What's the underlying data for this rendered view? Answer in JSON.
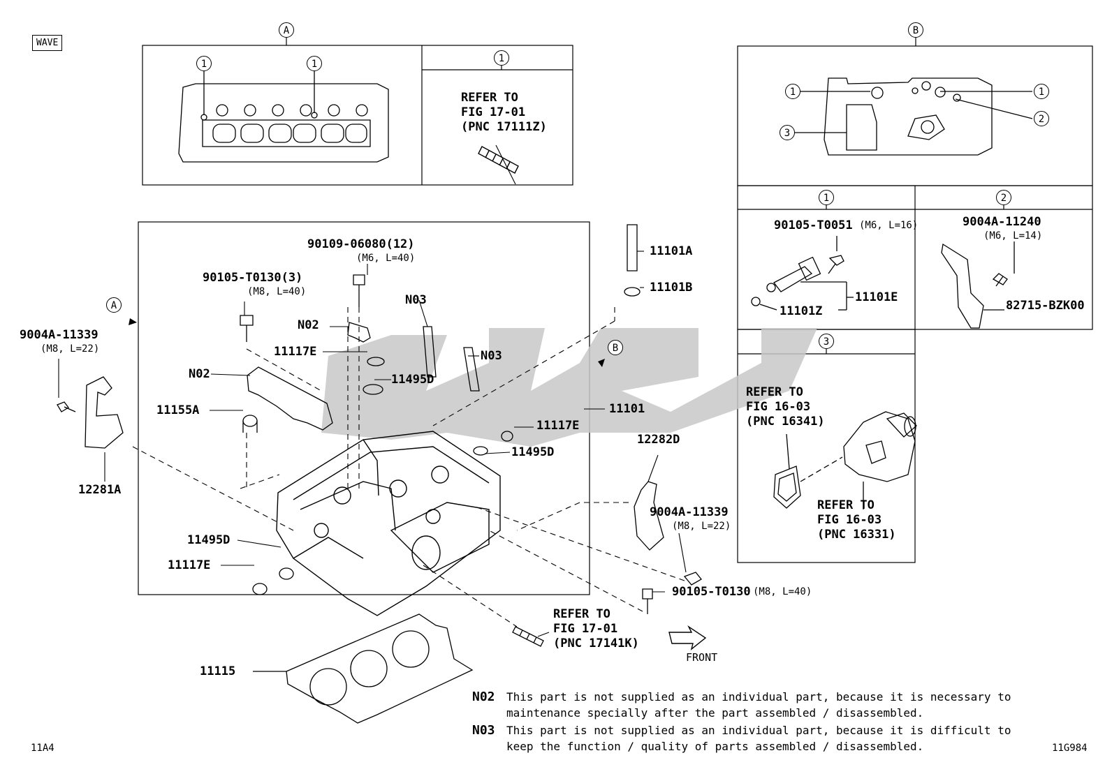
{
  "corner": {
    "tag": "WAVE",
    "code_left": "11A4",
    "code_right": "11G984"
  },
  "markers": {
    "a": "A",
    "b": "B",
    "c1": "1",
    "c2": "2",
    "c3": "3"
  },
  "panel_a": {
    "refer_lines": [
      "REFER TO",
      "FIG 17-01",
      "(PNC 17111Z)"
    ]
  },
  "panel_b": {
    "part_90105_t0051": "90105-T0051",
    "part_90105_t0051_spec": "(M6, L=16)",
    "part_11101e": "11101E",
    "part_11101z": "11101Z",
    "part_9004a_11240": "9004A-11240",
    "part_9004a_11240_spec": "(M6, L=14)",
    "part_82715": "82715-BZK00",
    "refer_16341": [
      "REFER TO",
      "FIG 16-03",
      "(PNC 16341)"
    ],
    "refer_16331": [
      "REFER TO",
      "FIG 16-03",
      "(PNC 16331)"
    ]
  },
  "main": {
    "part_90109": "90109-06080(12)",
    "part_90109_spec": "(M6, L=40)",
    "part_90105_t0130_3": "90105-T0130(3)",
    "part_90105_t0130_3_spec": "(M8, L=40)",
    "n03_a": "N03",
    "n02_a": "N02",
    "part_11117e_a": "11117E",
    "n03_b": "N03",
    "part_11495d_a": "11495D",
    "n02_b": "N02",
    "part_11155a": "11155A",
    "part_11117e_b": "11117E",
    "part_11495d_b": "11495D",
    "part_11495d_c": "11495D",
    "part_11117e_c": "11117E",
    "part_11101a": "11101A",
    "part_11101b": "11101B",
    "part_11101": "11101",
    "part_12282d": "12282D",
    "part_9004a_11339_r": "9004A-11339",
    "part_9004a_11339_r_spec": "(M8, L=22)",
    "part_90105_t0130_r": "90105-T0130",
    "part_90105_t0130_r_spec": "(M8, L=40)",
    "part_9004a_11339_l": "9004A-11339",
    "part_9004a_11339_l_spec": "(M8, L=22)",
    "part_12281a": "12281A",
    "refer_17141k": [
      "REFER TO",
      "FIG 17-01",
      "(PNC 17141K)"
    ],
    "front_label": "FRONT",
    "part_11115": "11115"
  },
  "notes": [
    {
      "code": "N02",
      "lines": [
        "This part is not supplied as an individual part, because it is necessary to",
        "maintenance specially after the part assembled / disassembled."
      ]
    },
    {
      "code": "N03",
      "lines": [
        "This part is not supplied as an individual part, because it is difficult to",
        "keep the function / quality of parts assembled / disassembled."
      ]
    }
  ],
  "colors": {
    "line": "#000000",
    "watermark": "#c8c8c8"
  }
}
